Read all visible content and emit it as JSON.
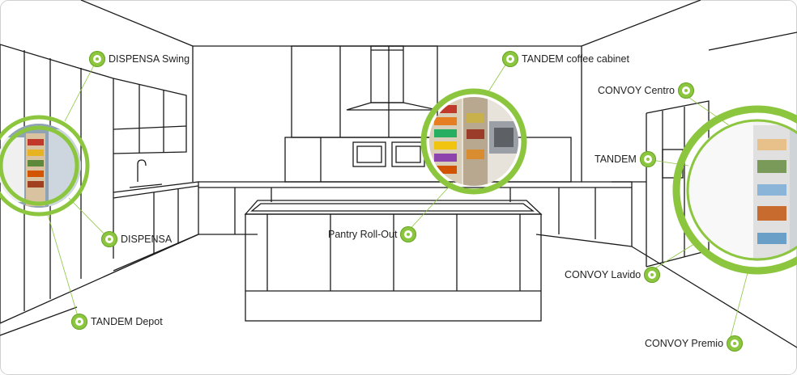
{
  "hotspots": [
    {
      "id": "dispensa-swing",
      "label": "DISPENSA Swing"
    },
    {
      "id": "tandem-coffee",
      "label": "TANDEM coffee cabinet"
    },
    {
      "id": "convoy-centro",
      "label": "CONVOY Centro"
    },
    {
      "id": "tandem",
      "label": "TANDEM"
    },
    {
      "id": "dispensa",
      "label": "DISPENSA"
    },
    {
      "id": "pantry-rollout",
      "label": "Pantry Roll-Out"
    },
    {
      "id": "convoy-lavido",
      "label": "CONVOY Lavido"
    },
    {
      "id": "tandem-depot",
      "label": "TANDEM Depot"
    },
    {
      "id": "convoy-premio",
      "label": "CONVOY Premio"
    }
  ],
  "colors": {
    "accent": "#8cc63f",
    "line": "#1a1a1a",
    "frame": "#d0d0d0"
  }
}
